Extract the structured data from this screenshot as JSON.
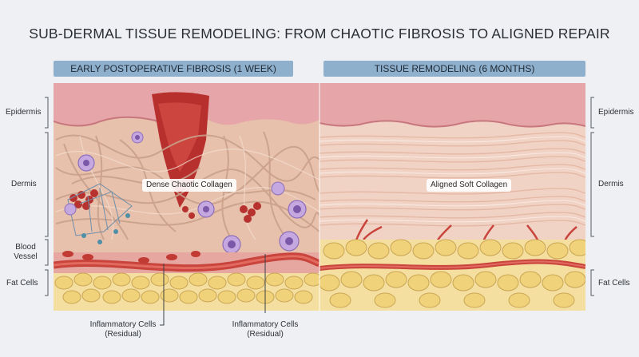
{
  "title": "SUB-DERMAL TISSUE REMODELING: FROM CHAOTIC FIBROSIS TO ALIGNED REPAIR",
  "panels": {
    "left": {
      "heading": "EARLY POSTOPERATIVE FIBROSIS (1 WEEK)",
      "tag": "Dense Chaotic Collagen"
    },
    "right": {
      "heading": "TISSUE REMODELING (6 MONTHS)",
      "tag": "Aligned Soft Collagen"
    }
  },
  "layers_left": {
    "epidermis": "Epidermis",
    "dermis": "Dermis",
    "blood_vessel_1": "Blood",
    "blood_vessel_2": "Vessel",
    "fat_cells": "Fat Cells"
  },
  "layers_right": {
    "epidermis": "Epidermis",
    "dermis": "Dermis",
    "fat_cells": "Fat Cells"
  },
  "callouts": [
    {
      "line1": "Inflammatory Cells",
      "line2": "(Residual)"
    },
    {
      "line1": "Inflammatory Cells",
      "line2": "(Residual)"
    }
  ],
  "colors": {
    "epidermis": "#e6a5a8",
    "dermis_left": "#e8c1ad",
    "dermis_right": "#f1d3c6",
    "scar": "#b8302e",
    "vessel": "#c8443c",
    "fat": "#f0d27a",
    "banner": "#8fb0cd",
    "inflammatory_cell": "#c5a8e0"
  }
}
